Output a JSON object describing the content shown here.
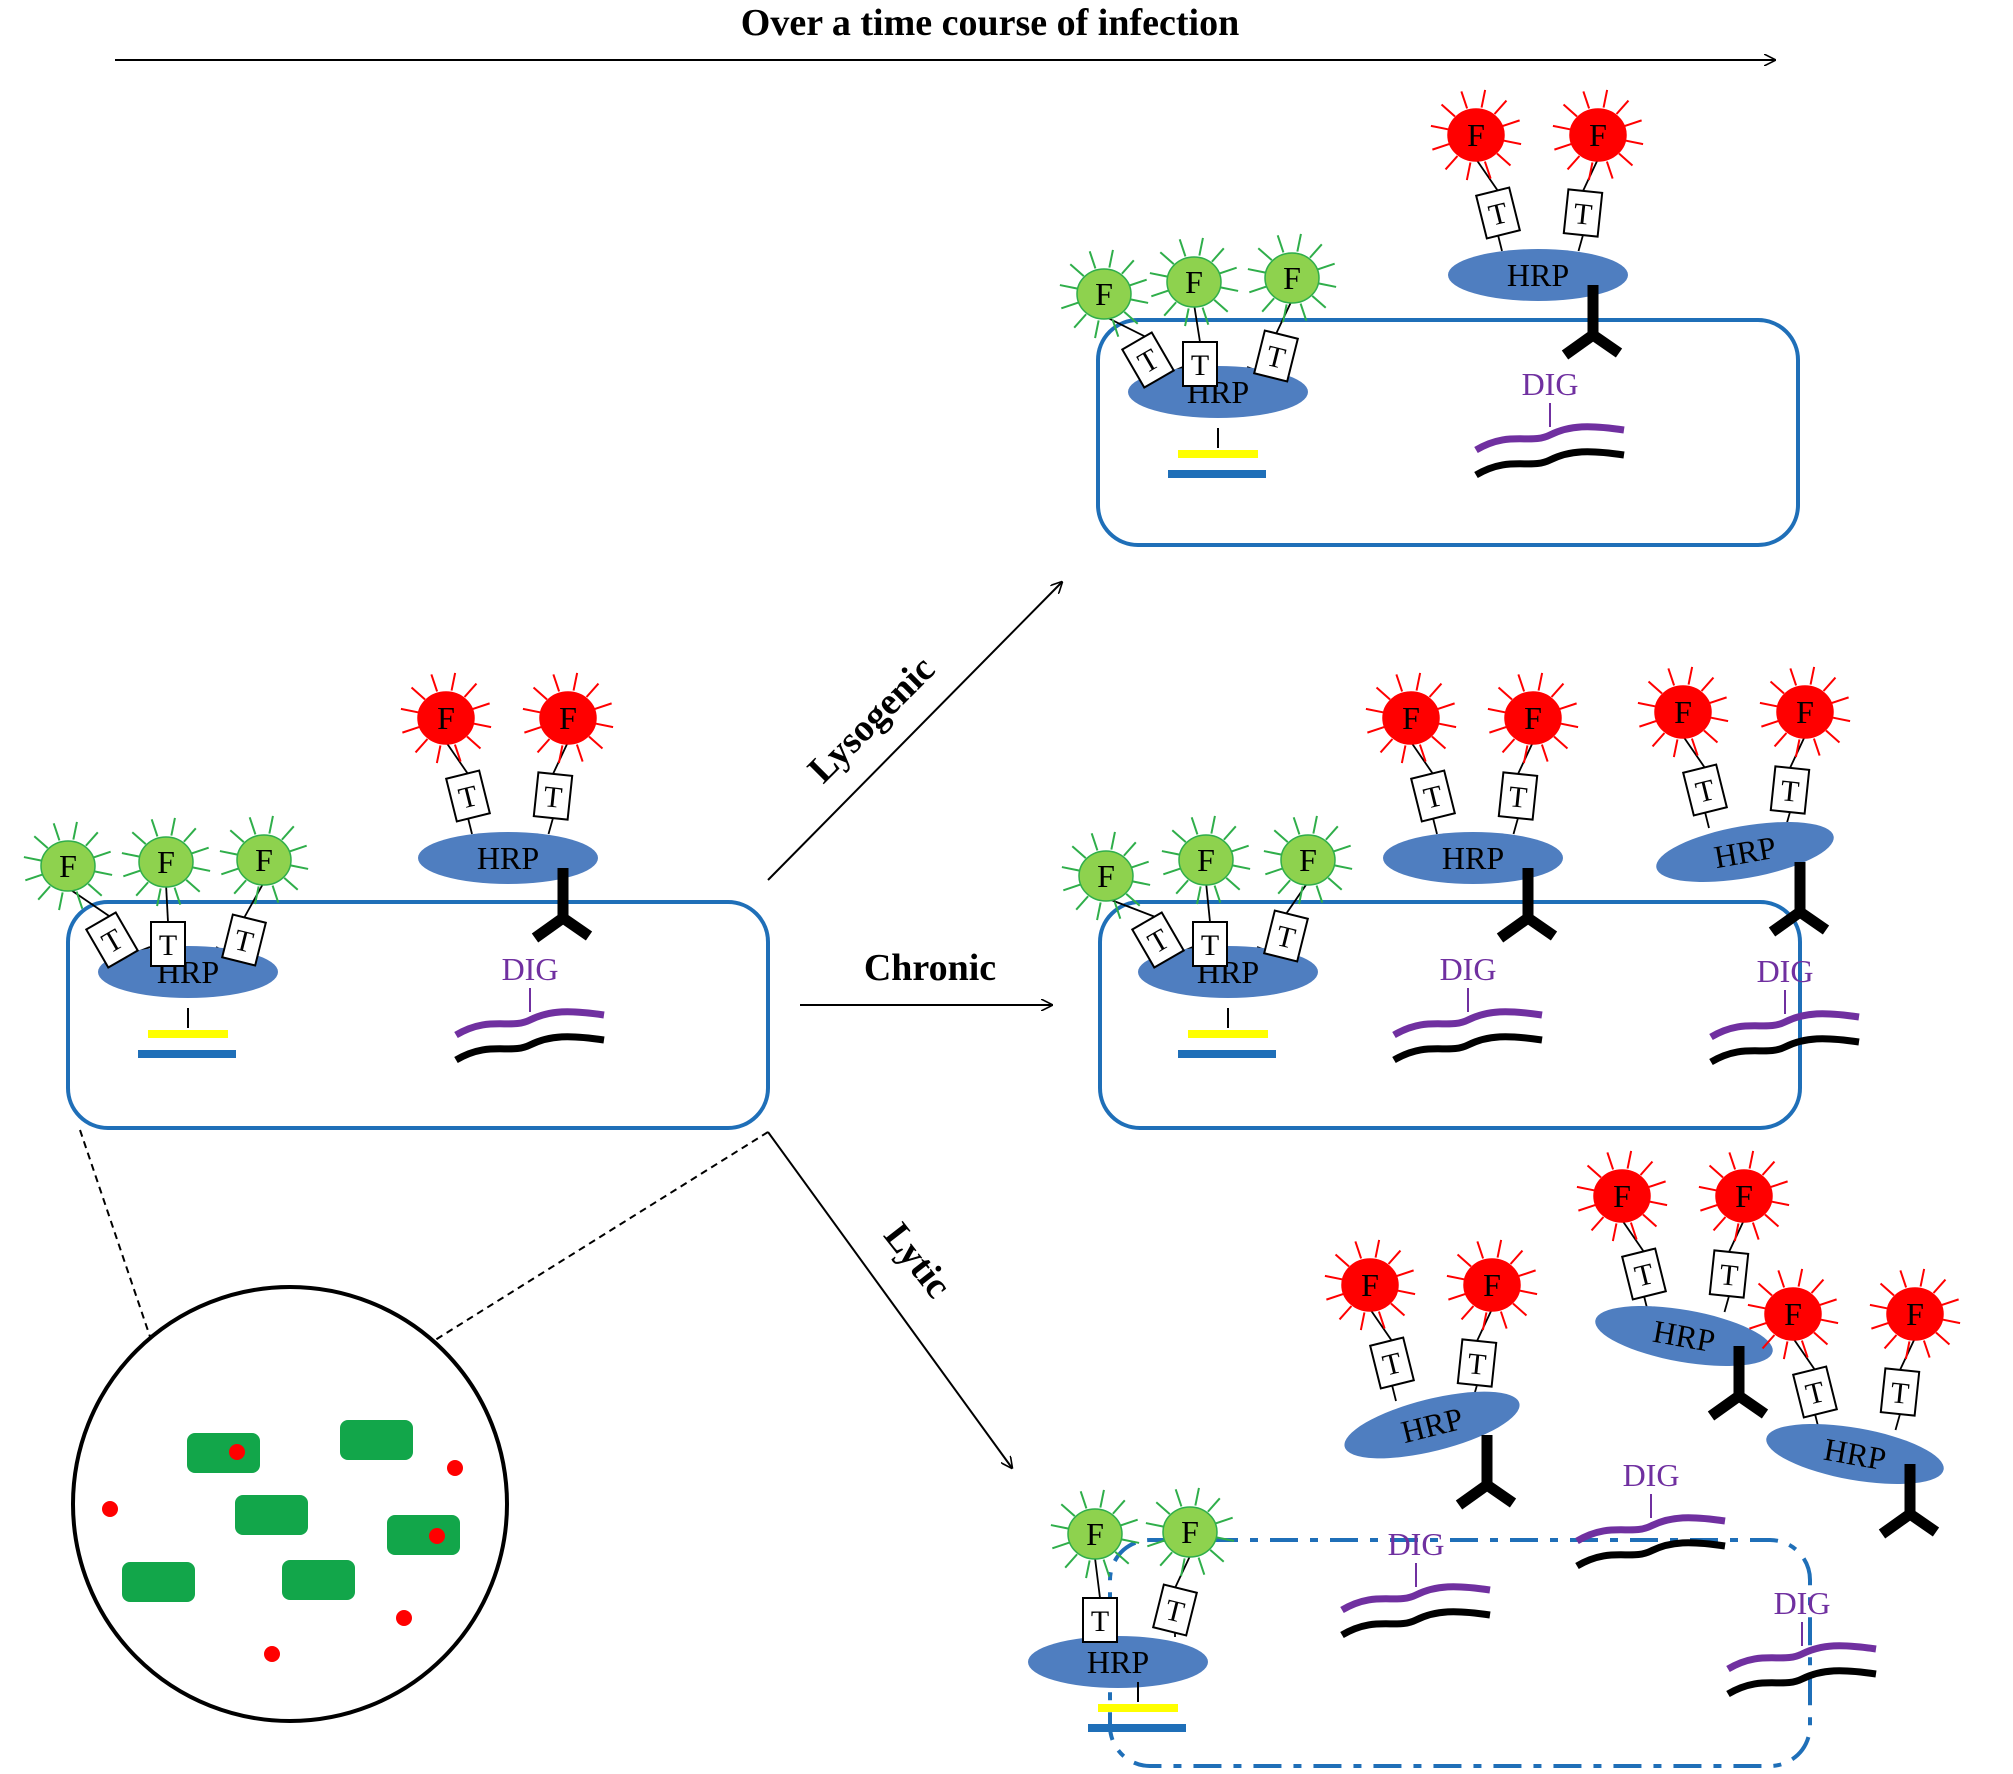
{
  "header": {
    "title": "Over a time course of infection"
  },
  "arrows": {
    "lysogenic": "Lysogenic",
    "chronic": "Chronic",
    "lytic": "Lytic"
  },
  "labels": {
    "hrp": "HRP",
    "dig": "DIG",
    "tyramide": "T",
    "fluor": "F"
  },
  "colors": {
    "cell_outline": "#1f6fb8",
    "hrp": "#4f7ec0",
    "green_fluor": "#8ed24e",
    "green_ray": "#2fae4a",
    "red_fluor": "#ff0000",
    "dig_text": "#7030a0",
    "yellow_probe": "#ffff00",
    "blue_probe": "#1f6fb8",
    "antibody": "#000000",
    "bacterium": "#12a64a",
    "phage_dot": "#ff0000"
  }
}
